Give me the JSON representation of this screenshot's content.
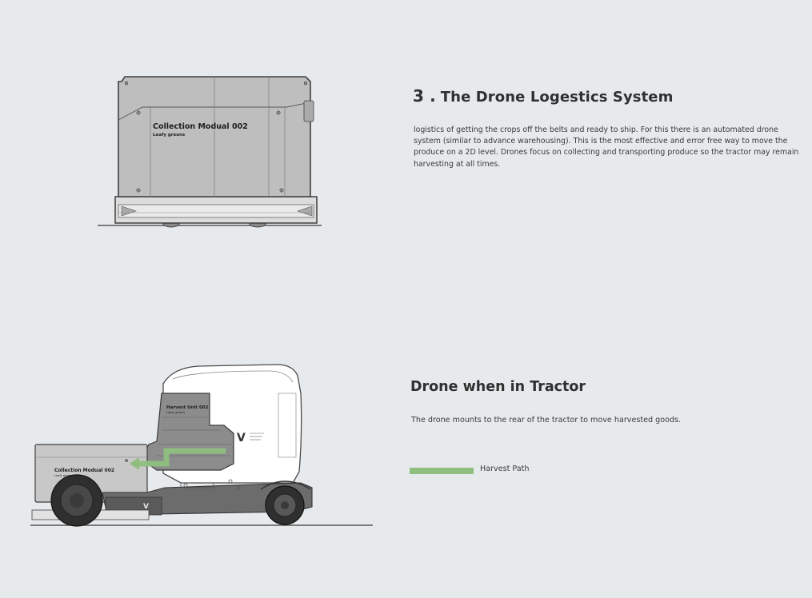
{
  "section1": {
    "number": "3 .",
    "title": "The Drone Logestics System",
    "body": "logistics of getting the crops off the belts and ready to ship. For this there is an automated drone system (similar to advance warehousing). This is the most effective and error free way to move the produce on a 2D level. Drones focus on collecting and transporting produce so the tractor may remain harvesting at all times."
  },
  "module": {
    "title": "Collection Modual 002",
    "subtitle": "Leafy greens"
  },
  "section2": {
    "title": "Drone when in Tractor",
    "body": "The drone mounts to the rear of the tractor to move harvested goods."
  },
  "tractor": {
    "module_title": "Collection Modual 002",
    "module_subtitle": "Leafy greens",
    "harvest_unit_title": "Harvest Unit 002",
    "harvest_unit_subtitle": "Leafy greens",
    "logo_letter": "V"
  },
  "legend": {
    "label": "Harvest Path",
    "color": "#8fbf7e"
  },
  "colors": {
    "background": "#e7eaec",
    "module_fill": "#bdbdbd",
    "outline": "#4a4a4a",
    "dark_part": "#5e5e5e",
    "harvest_path": "#8fbf7e"
  }
}
